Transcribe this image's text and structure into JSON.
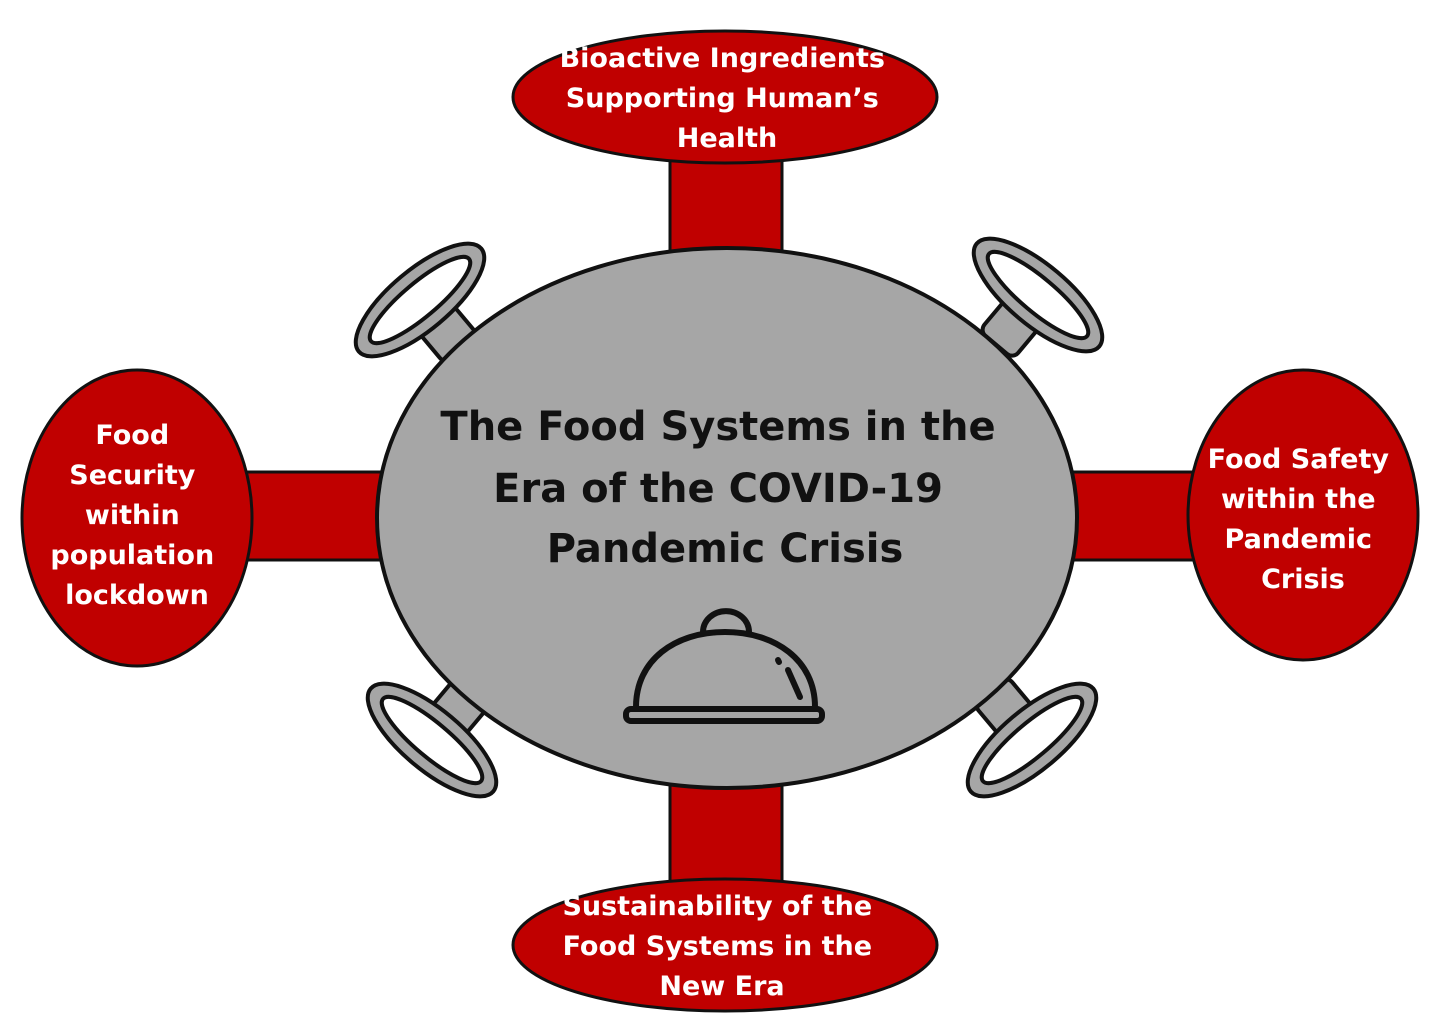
{
  "colors": {
    "accent": "#c00000",
    "table": "#a6a6a6",
    "outline": "#111111"
  },
  "center": {
    "lines": [
      "The Food Systems in the",
      "Era of the COVID-19",
      "Pandemic Crisis"
    ],
    "icon": "food-cloche-icon"
  },
  "top": {
    "lines": [
      "Bioactive Ingredients",
      "Supporting Human’s",
      "Health"
    ]
  },
  "left": {
    "lines": [
      "Food",
      "Security",
      "within",
      "population",
      "lockdown"
    ]
  },
  "right": {
    "lines": [
      "Food Safety",
      "within the",
      "Pandemic",
      "Crisis"
    ]
  },
  "bottom": {
    "lines": [
      "Sustainability  of the",
      "Food Systems in the",
      "New Era"
    ]
  }
}
